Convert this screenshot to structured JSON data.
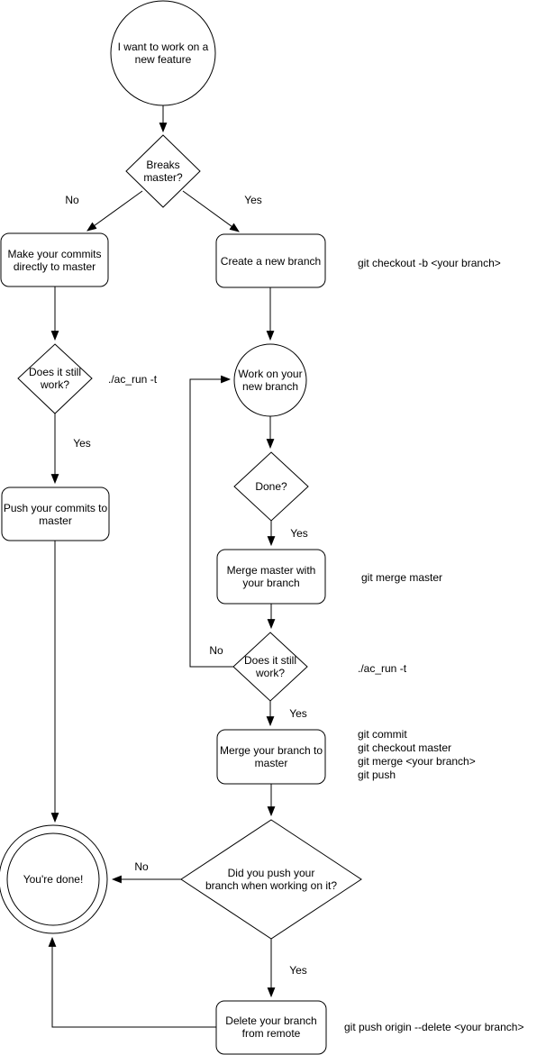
{
  "flowchart": {
    "colors": {
      "stroke": "#000000",
      "fill": "#ffffff",
      "background": "#ffffff"
    },
    "nodes": {
      "start": {
        "lines": [
          "I want to work on a",
          "new feature"
        ]
      },
      "breaks_master": {
        "lines": [
          "Breaks",
          "master?"
        ]
      },
      "commit_master": {
        "lines": [
          "Make your commits",
          "directly to master"
        ]
      },
      "create_branch": {
        "lines": [
          "Create a new branch"
        ]
      },
      "still_work_1": {
        "lines": [
          "Does it still",
          "work?"
        ]
      },
      "push_commits": {
        "lines": [
          "Push your commits to",
          "master"
        ]
      },
      "work_branch": {
        "lines": [
          "Work on your",
          "new branch"
        ]
      },
      "done_q": {
        "lines": [
          "Done?"
        ]
      },
      "merge_master": {
        "lines": [
          "Merge master with",
          "your branch"
        ]
      },
      "still_work_2": {
        "lines": [
          "Does it still",
          "work?"
        ]
      },
      "merge_branch": {
        "lines": [
          "Merge your branch to",
          "master"
        ]
      },
      "pushed_branch_q": {
        "lines": [
          "Did you push your",
          "branch when working on it?"
        ]
      },
      "youre_done": {
        "lines": [
          "You're done!"
        ]
      },
      "delete_remote": {
        "lines": [
          "Delete your branch",
          "from remote"
        ]
      }
    },
    "edge_labels": {
      "no_1": "No",
      "yes_1": "Yes",
      "yes_2": "Yes",
      "yes_3": "Yes",
      "no_2": "No",
      "yes_4": "Yes",
      "no_3": "No",
      "yes_5": "Yes"
    },
    "annotations": {
      "checkout_cmd": "git checkout -b <your branch>",
      "ac_run_1": "./ac_run -t",
      "merge_master_cmd": "git merge master",
      "ac_run_2": "./ac_run -t",
      "merge_push_cmds": [
        "git commit",
        "git checkout master",
        "git merge <your branch>",
        "git push"
      ],
      "delete_cmd": "git push origin --delete <your branch>"
    }
  }
}
